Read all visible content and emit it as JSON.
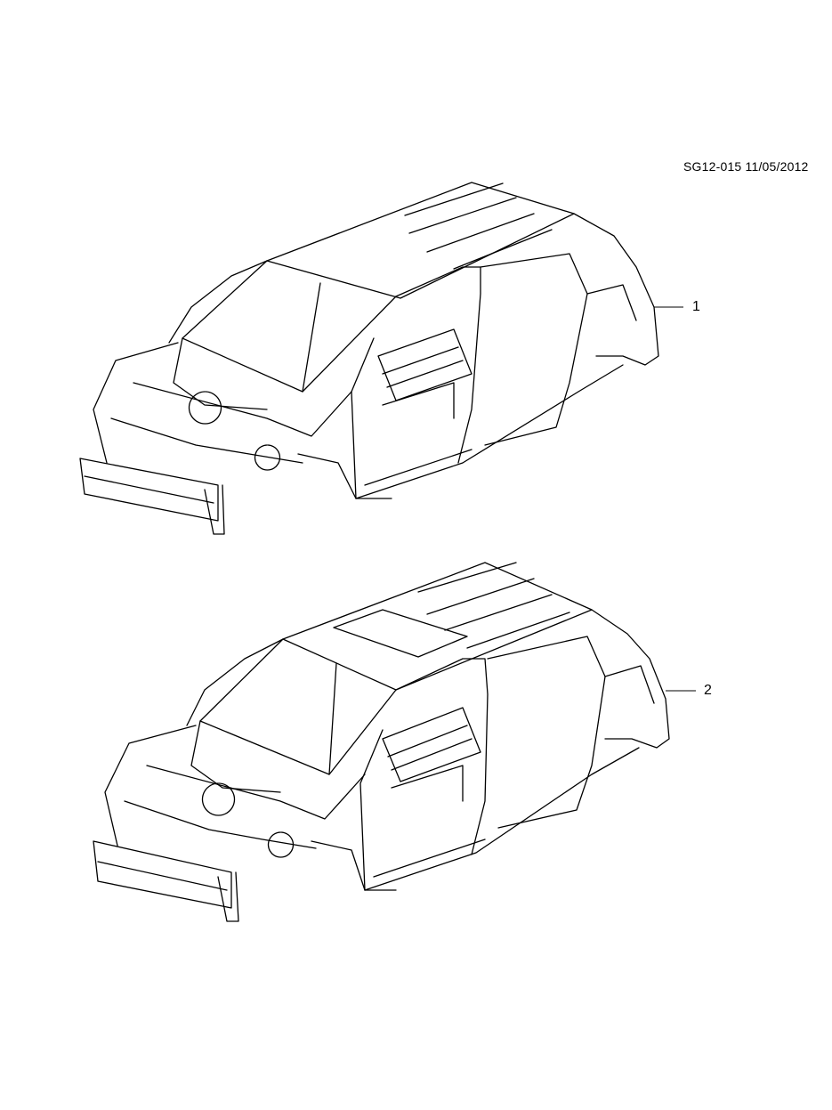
{
  "header": {
    "reference": "SG12-015 11/05/2012"
  },
  "callouts": [
    {
      "label": "1"
    },
    {
      "label": "2"
    }
  ],
  "colors": {
    "line": "#000000",
    "background": "#ffffff"
  }
}
